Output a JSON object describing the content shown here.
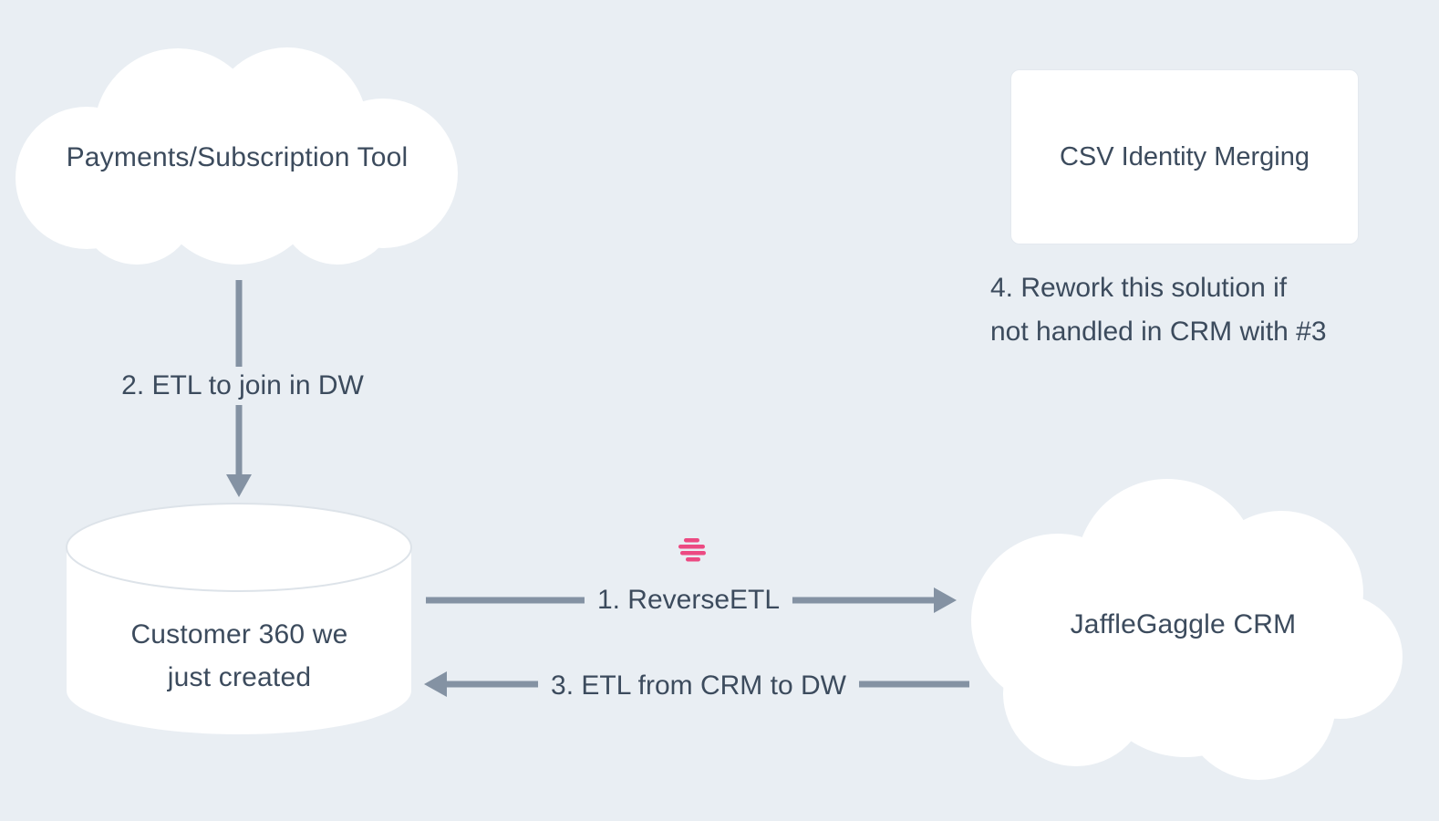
{
  "colors": {
    "background": "#e9eef3",
    "shape_fill": "#ffffff",
    "text": "#3c4b5d",
    "arrow": "#8492a3",
    "accent_pink": "#ec4a82"
  },
  "nodes": {
    "payments_tool": {
      "shape": "cloud",
      "label": "Payments/Subscription Tool"
    },
    "csv_identity": {
      "shape": "rectangle",
      "label": "CSV Identity Merging"
    },
    "customer_360": {
      "shape": "cylinder",
      "label": "Customer 360 we just created",
      "line1": "Customer 360 we",
      "line2": "just created"
    },
    "jafflegaggle_crm": {
      "shape": "cloud",
      "label": "JaffleGaggle CRM"
    }
  },
  "edges": {
    "reverse_etl": {
      "label": "1. ReverseETL",
      "from": "customer_360",
      "to": "jafflegaggle_crm",
      "direction": "right"
    },
    "etl_join": {
      "label": "2. ETL to join in DW",
      "from": "payments_tool",
      "to": "customer_360",
      "direction": "down"
    },
    "etl_from_crm": {
      "label": "3. ETL from CRM to DW",
      "from": "jafflegaggle_crm",
      "to": "customer_360",
      "direction": "left"
    }
  },
  "notes": {
    "note_4": {
      "line1": "4. Rework this solution if",
      "line2": "not handled in CRM with #3"
    }
  },
  "icons": {
    "vendor_icon": "hightouch-pink-striped-logo"
  }
}
